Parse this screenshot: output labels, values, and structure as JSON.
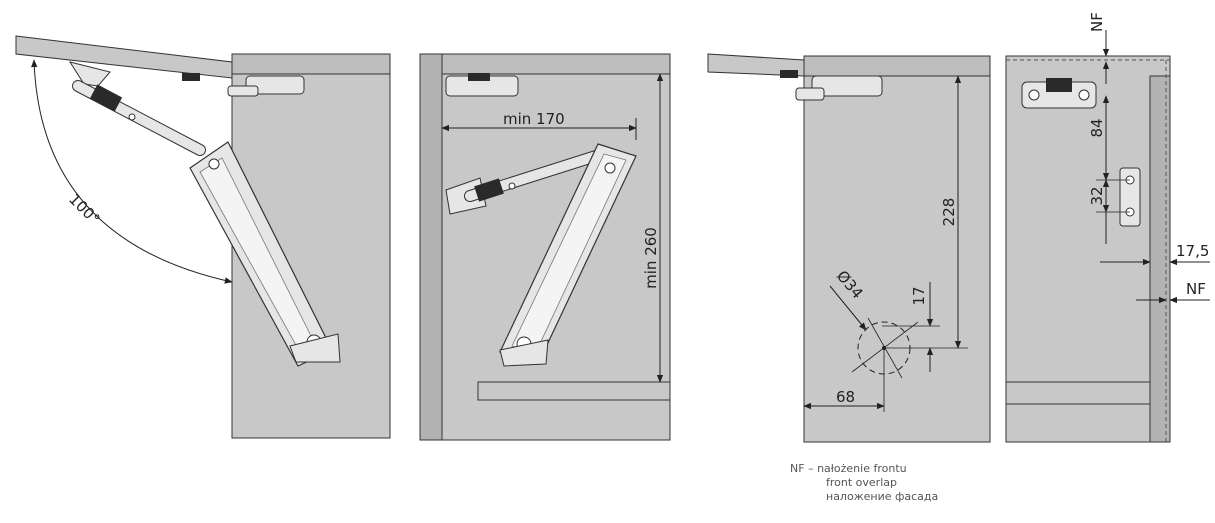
{
  "diagram": {
    "colors": {
      "panel": "#c8c8c8",
      "panel_dark": "#b3b3b3",
      "line": "#333333",
      "mech": "#e6e6e6",
      "spring": "#2a2a2a"
    },
    "labels": {
      "angle": "100°",
      "min_width": "min 170",
      "min_height": "min 260",
      "dim_228": "228",
      "dim_diameter": "Ø34",
      "dim_17": "17",
      "dim_68": "68",
      "dim_nf_top": "NF",
      "dim_84": "84",
      "dim_32": "32",
      "dim_17_5": "17,5",
      "dim_nf_side": "NF"
    },
    "legend": {
      "abbr": "NF",
      "dash": "–",
      "lines": [
        "nałożenie frontu",
        "front overlap",
        "наложение фасада"
      ]
    }
  }
}
